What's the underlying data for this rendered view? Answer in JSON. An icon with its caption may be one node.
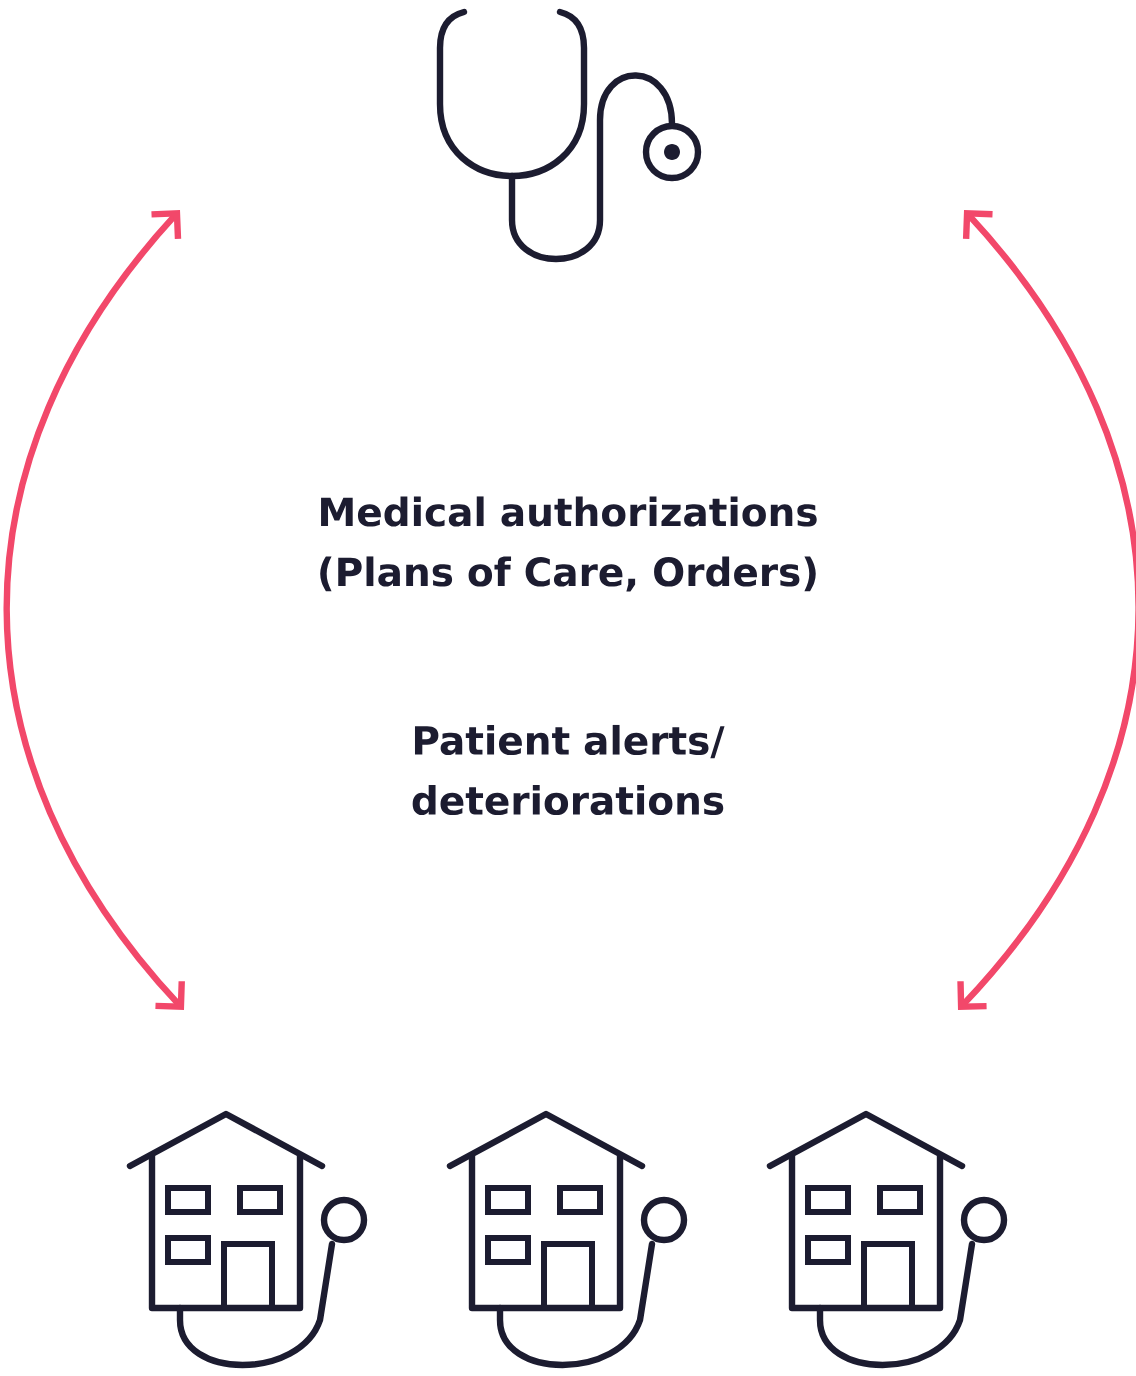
{
  "diagram": {
    "nodes": [
      {
        "text": [],
        "shape": "stethoscope"
      },
      {
        "text": [],
        "shape": "house"
      },
      {
        "text": [],
        "shape": "house"
      },
      {
        "text": [],
        "shape": "house"
      }
    ],
    "labels": [
      "Medical authorizations (Plans of Care, Orders)",
      "Patient alerts/ deteriorations"
    ]
  }
}
